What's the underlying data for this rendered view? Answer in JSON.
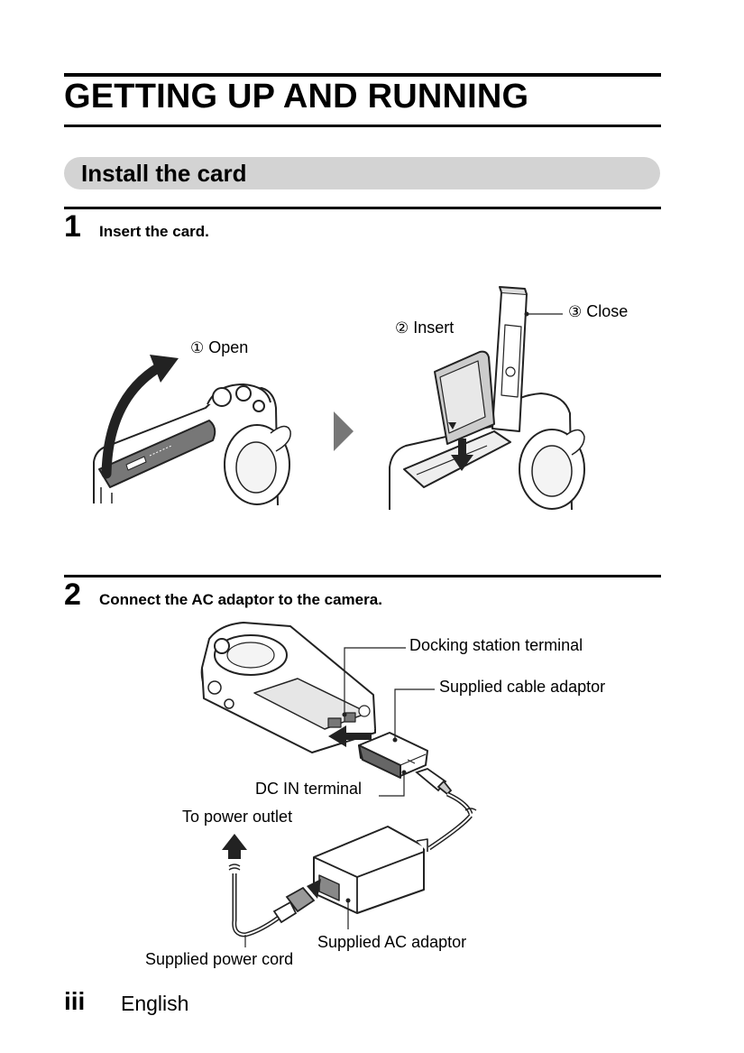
{
  "page_title": "GETTING UP AND RUNNING",
  "section_title": "Install the card",
  "steps": [
    {
      "number": "1",
      "text": "Insert the card."
    },
    {
      "number": "2",
      "text": "Connect the AC adaptor to the camera."
    }
  ],
  "step1_labels": {
    "open_marker": "①",
    "open": "Open",
    "insert_marker": "②",
    "insert": "Insert",
    "close_marker": "③",
    "close": "Close"
  },
  "step2_labels": {
    "docking": "Docking station terminal",
    "cable_adaptor": "Supplied cable adaptor",
    "dc_in": "DC IN terminal",
    "power_outlet": "To power outlet",
    "ac_adaptor": "Supplied AC adaptor",
    "power_cord": "Supplied power cord"
  },
  "footer": {
    "page": "iii",
    "language": "English"
  }
}
